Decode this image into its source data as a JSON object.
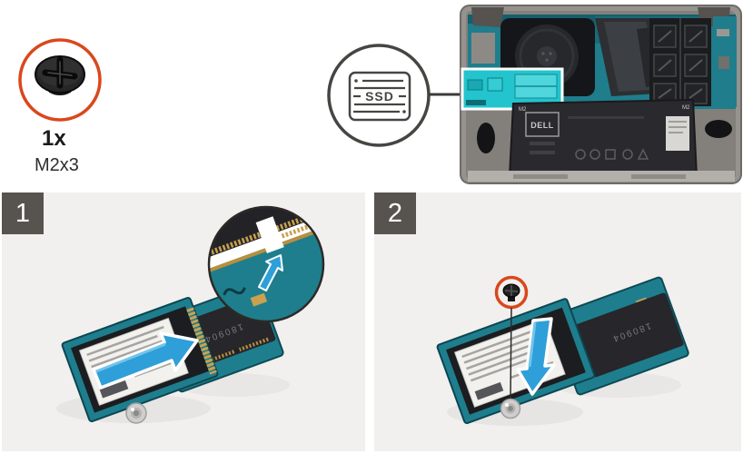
{
  "legend": {
    "quantity": "1x",
    "screw_size": "M2x3"
  },
  "ssd_callout": {
    "label": "SSD"
  },
  "laptop": {
    "brand": "DELL",
    "screw_label": "M2"
  },
  "steps": [
    {
      "number": "1"
    },
    {
      "number": "2"
    }
  ],
  "markings": {
    "slot_code": "180904"
  },
  "colors": {
    "accent_orange": "#d9481c",
    "arrow_blue": "#2e9fd9",
    "pcb_teal": "#1e7e8d",
    "highlight_teal": "#23c4cd",
    "panel_background": "#f1f0ee",
    "step_badge_gray": "#57544f",
    "callout_stroke": "#454542"
  }
}
